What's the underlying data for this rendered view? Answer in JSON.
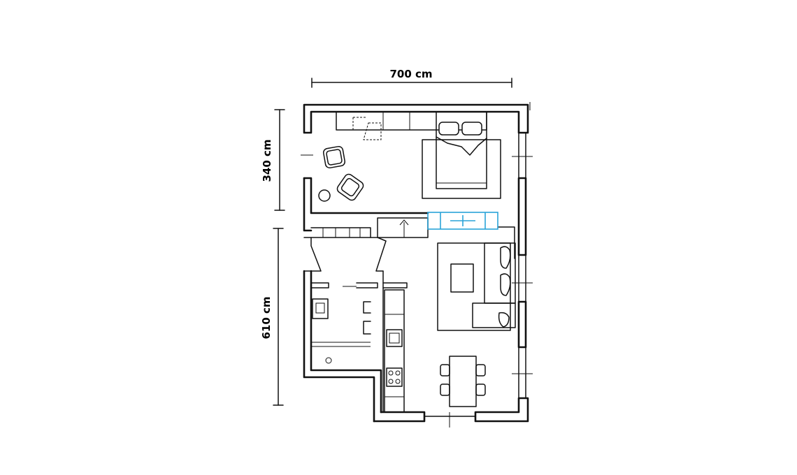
{
  "dimensions": {
    "width_label": "700 cm",
    "upper_height_label": "340 cm",
    "lower_height_label": "610 cm"
  },
  "colors": {
    "line": "#111111",
    "highlight": "#2aa3d8",
    "background": "#ffffff"
  }
}
